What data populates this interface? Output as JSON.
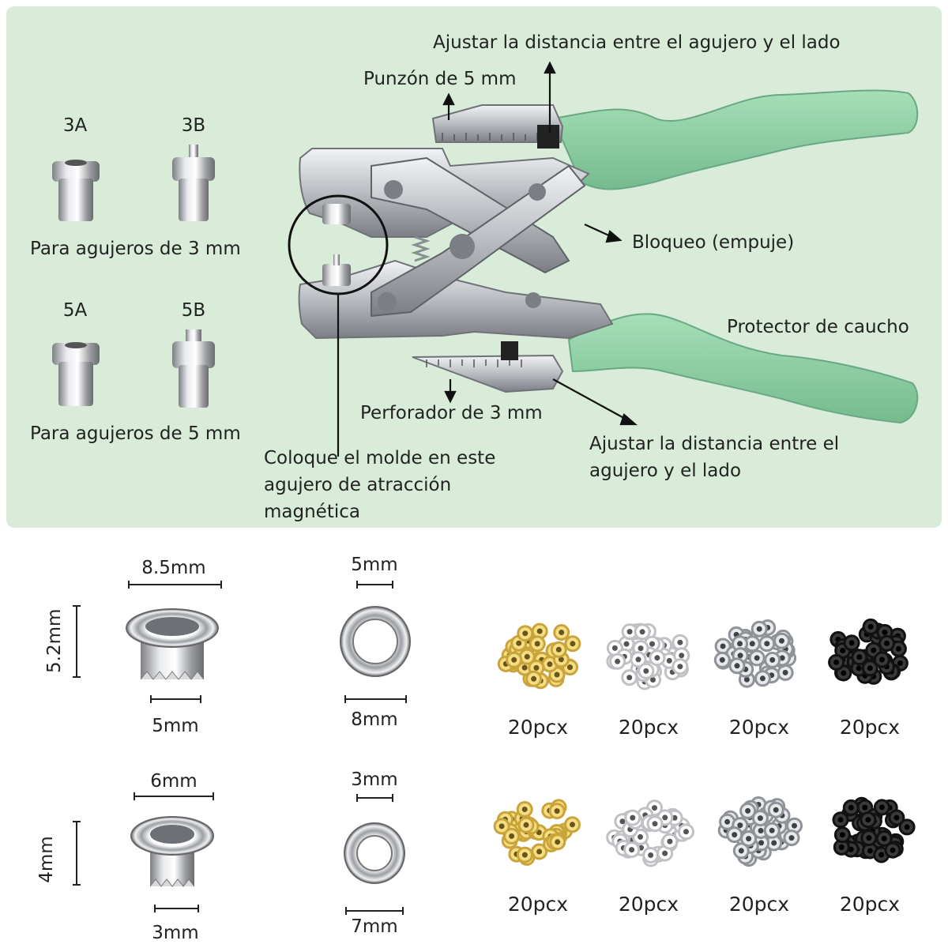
{
  "top": {
    "die_labels": [
      "3A",
      "3B",
      "5A",
      "5B"
    ],
    "die_caption_3mm": "Para agujeros de 3 mm",
    "die_caption_5mm": "Para agujeros de 5 mm",
    "callouts": {
      "adjust_top": "Ajustar la distancia entre el agujero y el lado",
      "punch_5mm": "Punzón de 5 mm",
      "lock": "Bloqueo (empuje)",
      "rubber": "Protector de caucho",
      "punch_3mm": "Perforador de 3 mm",
      "adjust_bottom_line1": "Ajustar la distancia entre el",
      "adjust_bottom_line2": "agujero y el lado",
      "magnet_line1": "Coloque el molde en este",
      "magnet_line2": "agujero de atracción",
      "magnet_line3": "magnética"
    },
    "colors": {
      "panel_bg": "#d8ecd9",
      "handle": "#8ecfa4"
    }
  },
  "bottom": {
    "eyelet_large": {
      "width": "8.5mm",
      "height": "5.2mm",
      "inner": "5mm"
    },
    "washer_large": {
      "inner": "5mm",
      "outer": "8mm"
    },
    "eyelet_small": {
      "width": "6mm",
      "height": "4mm",
      "inner": "3mm"
    },
    "washer_small": {
      "inner": "3mm",
      "outer": "7mm"
    },
    "piles": [
      {
        "color": "gold",
        "count": "20pcx"
      },
      {
        "color": "white",
        "count": "20pcx"
      },
      {
        "color": "silver",
        "count": "20pcx"
      },
      {
        "color": "black",
        "count": "20pcx"
      },
      {
        "color": "gold",
        "count": "20pcx"
      },
      {
        "color": "white",
        "count": "20pcx"
      },
      {
        "color": "silver",
        "count": "20pcx"
      },
      {
        "color": "black",
        "count": "20pcx"
      }
    ]
  }
}
